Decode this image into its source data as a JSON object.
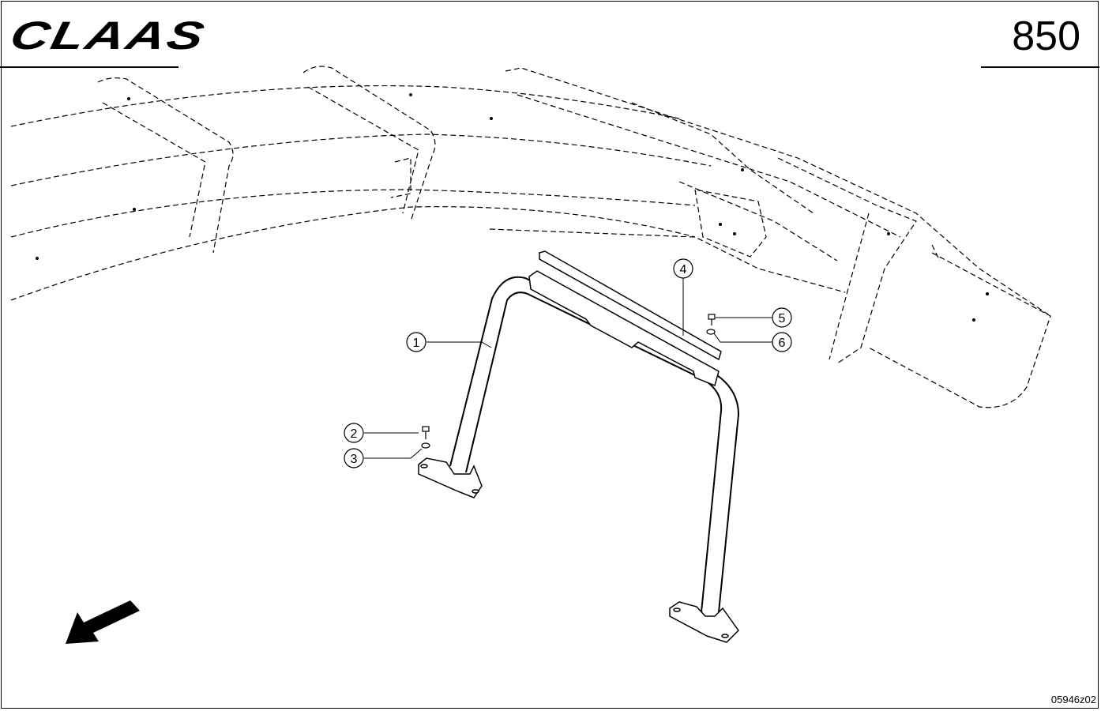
{
  "header": {
    "brand": "CLAAS",
    "page_number": "850"
  },
  "figure": {
    "reference_code": "05946z02",
    "callouts": [
      "1",
      "2",
      "3",
      "4",
      "5",
      "6"
    ]
  },
  "icons": {
    "direction": "travel-direction-arrow-icon"
  }
}
